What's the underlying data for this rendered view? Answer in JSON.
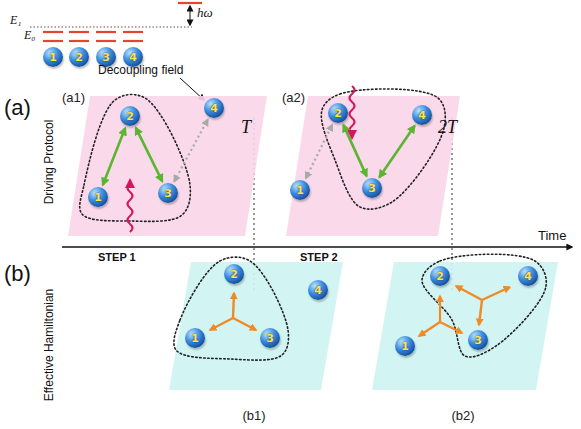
{
  "diagram": {
    "nodes": [
      {
        "text": [
          "1"
        ]
      },
      {
        "text": [
          "2"
        ]
      },
      {
        "text": [
          "3"
        ]
      },
      {
        "text": [
          "4"
        ]
      },
      {
        "text": [
          "(a1)"
        ]
      },
      {
        "text": [
          "1"
        ],
        "in": 4
      },
      {
        "text": [
          "2"
        ],
        "in": 4
      },
      {
        "text": [
          "3"
        ],
        "in": 4
      },
      {
        "text": [
          "4"
        ],
        "in": 4
      },
      {
        "text": [
          "(a2)"
        ]
      },
      {
        "text": [
          "1"
        ],
        "in": 9
      },
      {
        "text": [
          "2"
        ],
        "in": 9
      },
      {
        "text": [
          "3"
        ],
        "in": 9
      },
      {
        "text": [
          "4"
        ],
        "in": 9
      },
      {
        "text": [
          "(b1)"
        ]
      },
      {
        "text": [
          "1"
        ],
        "in": 14
      },
      {
        "text": [
          "2"
        ],
        "in": 14
      },
      {
        "text": [
          "3"
        ],
        "in": 14
      },
      {
        "text": [
          "4"
        ],
        "in": 14
      },
      {
        "text": [
          "(b2)"
        ]
      },
      {
        "text": [
          "1"
        ],
        "in": 19
      },
      {
        "text": [
          "2"
        ],
        "in": 19
      },
      {
        "text": [
          "3"
        ],
        "in": 19
      },
      {
        "text": [
          "4"
        ],
        "in": 19
      }
    ],
    "edges": [
      {
        "from": 5,
        "to": 6,
        "arrow": "both"
      },
      {
        "from": 6,
        "to": 7,
        "arrow": "both"
      },
      {
        "from": 7,
        "to": 8,
        "arrow": "both"
      },
      {
        "from": 11,
        "to": 12,
        "arrow": "both"
      },
      {
        "from": 12,
        "to": 13,
        "arrow": "both"
      },
      {
        "from": 10,
        "to": 11,
        "arrow": "both"
      }
    ],
    "labels": [
      "E₁",
      "E₀",
      "hω",
      "Decoupling field",
      "(a)",
      "Driving Protocol",
      "T",
      "STEP 1",
      "2T",
      "STEP 2",
      "Time",
      "(b)",
      "Effective Hamiltonian"
    ]
  }
}
